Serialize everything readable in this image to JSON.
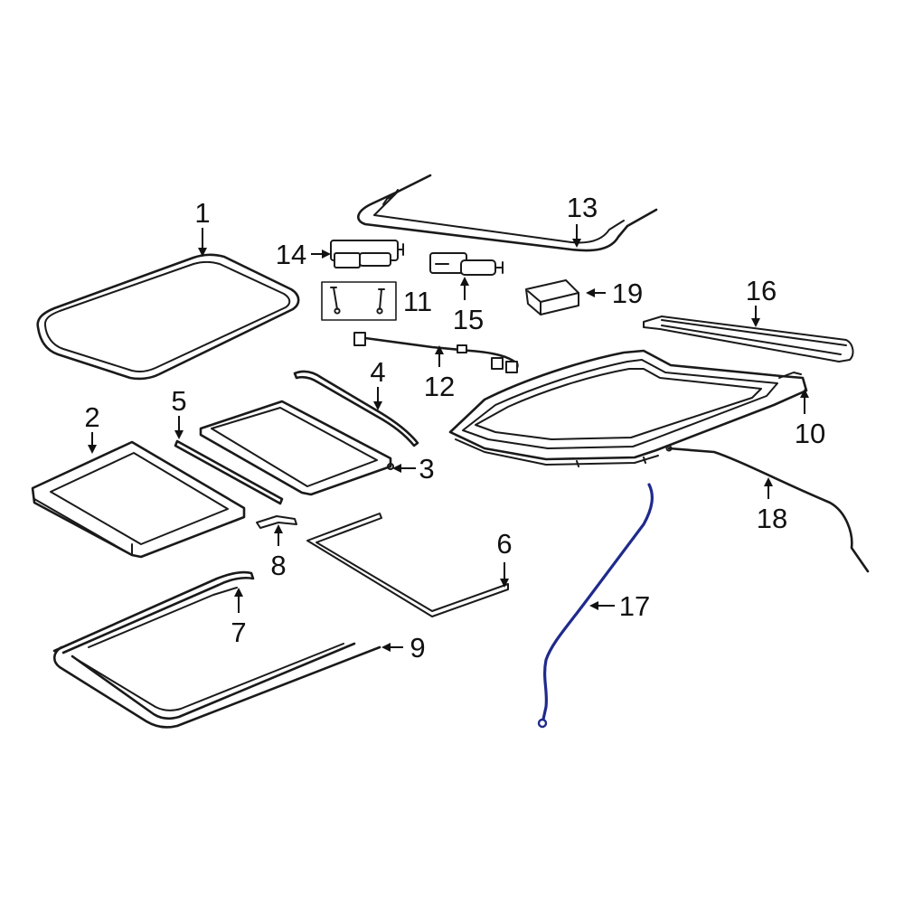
{
  "diagram": {
    "accent_color": "#1f2a8c",
    "callouts": [
      {
        "id": "p1",
        "label": "1"
      },
      {
        "id": "p2",
        "label": "2"
      },
      {
        "id": "p3",
        "label": "3"
      },
      {
        "id": "p4",
        "label": "4"
      },
      {
        "id": "p5",
        "label": "5"
      },
      {
        "id": "p6",
        "label": "6"
      },
      {
        "id": "p7",
        "label": "7"
      },
      {
        "id": "p8",
        "label": "8"
      },
      {
        "id": "p9",
        "label": "9"
      },
      {
        "id": "p10",
        "label": "10"
      },
      {
        "id": "p11",
        "label": "11"
      },
      {
        "id": "p12",
        "label": "12"
      },
      {
        "id": "p13",
        "label": "13"
      },
      {
        "id": "p14",
        "label": "14"
      },
      {
        "id": "p15",
        "label": "15"
      },
      {
        "id": "p16",
        "label": "16"
      },
      {
        "id": "p17",
        "label": "17"
      },
      {
        "id": "p18",
        "label": "18"
      },
      {
        "id": "p19",
        "label": "19"
      }
    ]
  }
}
